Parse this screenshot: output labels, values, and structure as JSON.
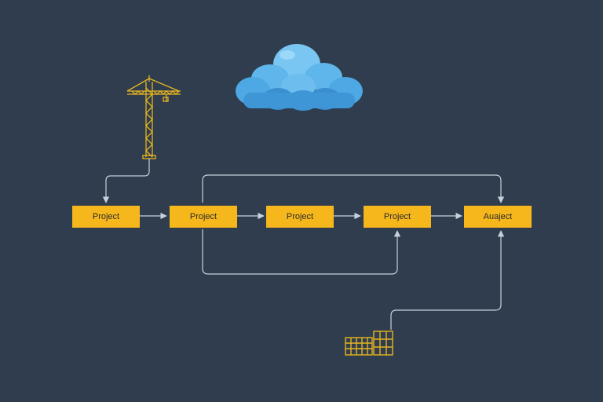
{
  "colors": {
    "background": "#2f3d4e",
    "node_fill": "#f5b71c",
    "connector": "#c8d0da",
    "icon_stroke": "#e8b51e",
    "cloud_light": "#79c6f2",
    "cloud_mid": "#4da8e3",
    "cloud_dark": "#3a8fd1"
  },
  "nodes": [
    {
      "id": "node-1",
      "label": "Project"
    },
    {
      "id": "node-2",
      "label": "Project"
    },
    {
      "id": "node-3",
      "label": "Project"
    },
    {
      "id": "node-4",
      "label": "Project"
    },
    {
      "id": "node-5",
      "label": "Auaject"
    }
  ],
  "icons": {
    "crane": "crane-icon",
    "cloud": "cloud-icon",
    "building": "building-icon"
  }
}
